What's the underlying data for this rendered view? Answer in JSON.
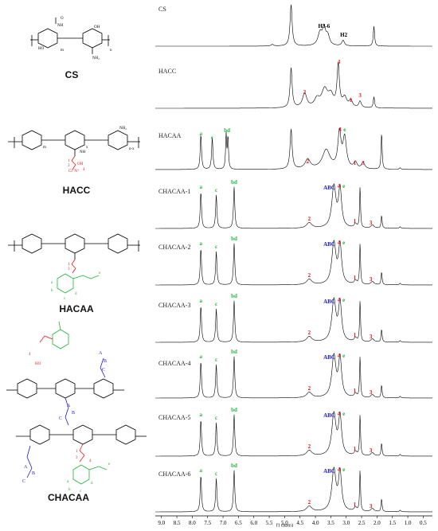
{
  "structures": [
    {
      "label": "CS"
    },
    {
      "label": "HACC"
    },
    {
      "label": "HACAA"
    },
    {
      "label": "CHACAA"
    }
  ],
  "spectra": [
    {
      "name": "CS",
      "peaks": {
        "h36": "H3-6",
        "h2": "H2"
      }
    },
    {
      "name": "HACC",
      "peaks": {
        "p2": "2",
        "p4": "4",
        "p1": "1",
        "p3": "3"
      }
    },
    {
      "name": "HACAA",
      "peaks": {
        "a": "a",
        "c": "c",
        "bd": "bd",
        "p2": "2",
        "p4e": "4",
        "e": "e",
        "p1": "1",
        "p3": "3"
      }
    },
    {
      "name": "CHACAA-1"
    },
    {
      "name": "CHACAA-2"
    },
    {
      "name": "CHACAA-3"
    },
    {
      "name": "CHACAA-4"
    },
    {
      "name": "CHACAA-5"
    },
    {
      "name": "CHACAA-6"
    }
  ],
  "chacaa_peaks": {
    "a": "a",
    "c": "c",
    "bd": "bd",
    "abc": "ABC",
    "four": "4",
    "e": "e",
    "p2": "2",
    "p1": "1",
    "p3": "3"
  },
  "axis": {
    "ticks": [
      "9.0",
      "8.5",
      "8.0",
      "7.5",
      "7.0",
      "6.5",
      "6.0",
      "5.5",
      "5.0",
      "4.5",
      "4.0",
      "3.5",
      "3.0",
      "2.5",
      "2.0",
      "1.5",
      "1.0",
      "0.5"
    ],
    "xlabel": "f1 (ppm)"
  },
  "colors": {
    "red": "#e8141b",
    "green": "#21b33c",
    "blue": "#1b1bd0",
    "black": "#000000"
  }
}
